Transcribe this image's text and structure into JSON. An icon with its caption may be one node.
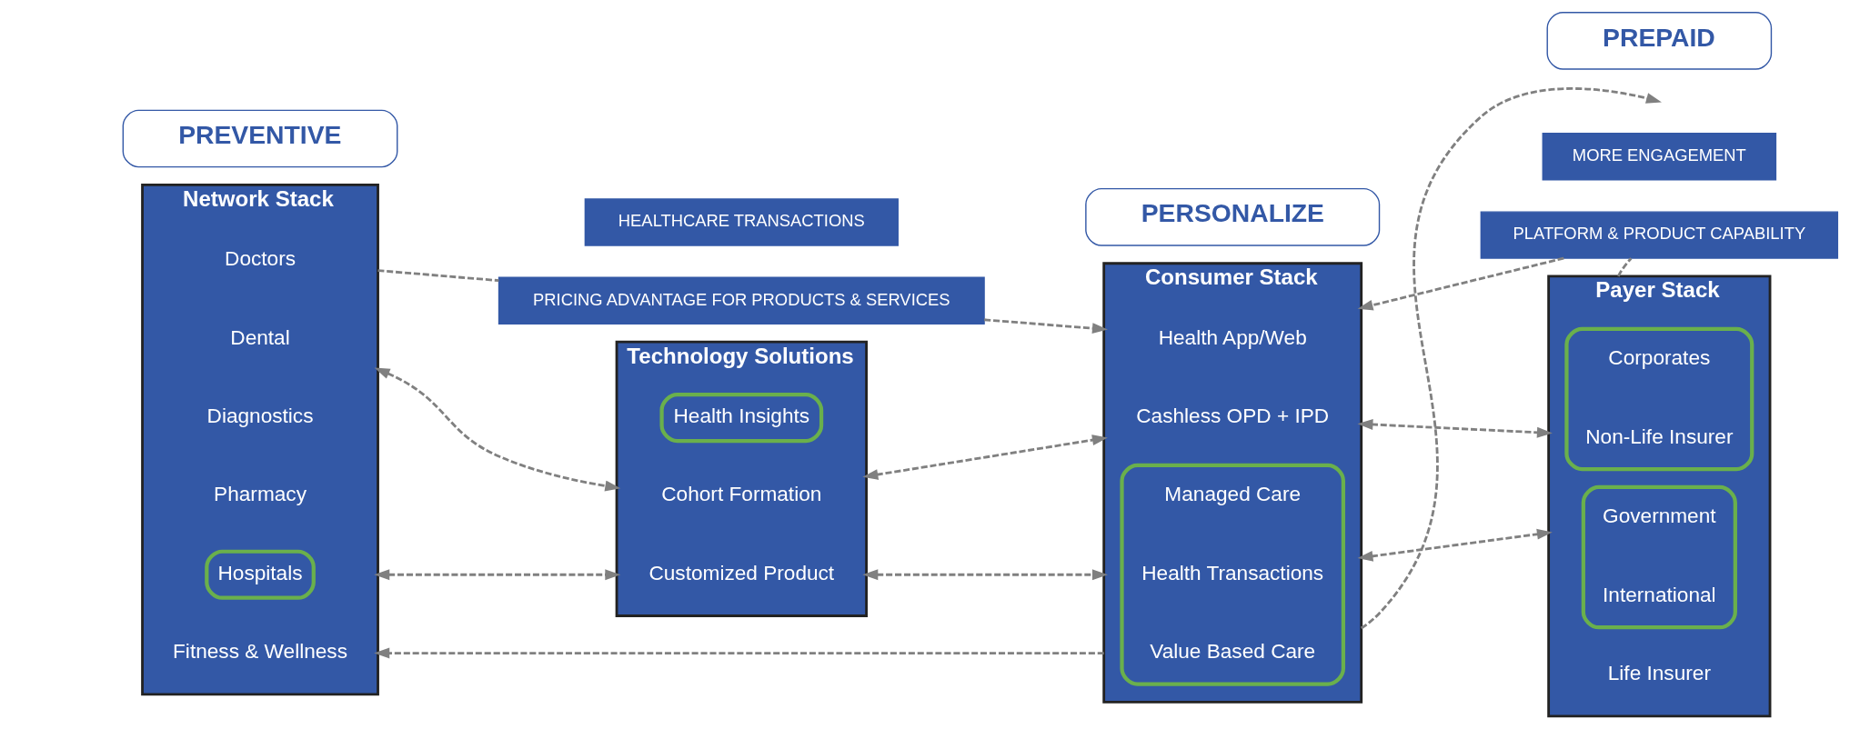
{
  "diagram": {
    "nodes": [
      {
        "text": [
          "PRICING ADVANTAGE FOR PRODUCTS & SERVICES"
        ]
      },
      {
        "text": [
          "PLATFORM & PRODUCT CAPABILITY"
        ]
      },
      {
        "text": [
          "Network Stack"
        ]
      },
      {
        "text": [
          "Doctors"
        ],
        "in": 2
      },
      {
        "text": [
          "Dental"
        ],
        "in": 2
      },
      {
        "text": [
          "Diagnostics"
        ],
        "in": 2
      },
      {
        "text": [
          "Pharmacy"
        ],
        "in": 2
      },
      {
        "text": [
          "Hospitals"
        ],
        "in": 2
      },
      {
        "text": [
          "Fitness & Wellness"
        ],
        "in": 2
      },
      {
        "text": [
          "Technology Solutions"
        ]
      },
      {
        "text": [
          "Health Insights"
        ],
        "in": 9
      },
      {
        "text": [
          "Cohort Formation"
        ],
        "in": 9
      },
      {
        "text": [
          "Customized Product"
        ],
        "in": 9
      },
      {
        "text": [
          "Consumer Stack"
        ]
      },
      {
        "text": [
          "Health App/Web"
        ],
        "in": 13
      },
      {
        "text": [
          "Cashless OPD + IPD"
        ],
        "in": 13
      },
      {
        "text": [],
        "shape": "box",
        "in": 13
      },
      {
        "text": [
          "Managed Care"
        ],
        "in": 16
      },
      {
        "text": [
          "Health Transactions"
        ],
        "in": 16
      },
      {
        "text": [
          "Value Based Care"
        ],
        "in": 16
      },
      {
        "text": [
          "Payer Stack"
        ]
      },
      {
        "text": [],
        "shape": "box",
        "in": 20
      },
      {
        "text": [
          "Corporates"
        ],
        "in": 21
      },
      {
        "text": [
          "Non-Life Insurer"
        ],
        "in": 21
      },
      {
        "text": [
          "Life Insurer"
        ],
        "in": 20
      },
      {
        "text": [],
        "shape": "box",
        "in": 20
      },
      {
        "text": [
          "Government"
        ],
        "in": 25
      },
      {
        "text": [
          "International"
        ],
        "in": 25
      },
      {
        "text": [
          "HEALTHCARE TRANSACTIONS"
        ]
      },
      {
        "text": [
          "MORE ENGAGEMENT"
        ]
      },
      {
        "text": [
          "PREVENTIVE"
        ]
      },
      {
        "text": [
          "PERSONALIZE"
        ]
      },
      {
        "text": [
          "PREPAID"
        ]
      }
    ],
    "edges": [
      {
        "from": 2,
        "to": 0,
        "arrow": "none",
        "style": "dashed"
      },
      {
        "from": 0,
        "to": 13,
        "arrow": "to",
        "style": "dashed"
      },
      {
        "from": 20,
        "to": 1,
        "arrow": "none",
        "style": "dashed"
      },
      {
        "from": 1,
        "to": 13,
        "arrow": "to",
        "style": "dashed"
      },
      {
        "from": 2,
        "to": 9,
        "arrow": "both",
        "style": "dashed"
      },
      {
        "from": 2,
        "to": 9,
        "arrow": "both",
        "style": "dashed"
      },
      {
        "from": 9,
        "to": 13,
        "arrow": "both",
        "style": "dashed"
      },
      {
        "from": 9,
        "to": 13,
        "arrow": "both",
        "style": "dashed"
      },
      {
        "from": 13,
        "to": 20,
        "arrow": "both",
        "style": "dashed"
      },
      {
        "from": 13,
        "to": 20,
        "arrow": "both",
        "style": "dashed"
      },
      {
        "from": 13,
        "to": 2,
        "arrow": "to",
        "style": "dashed"
      },
      {
        "from": 13,
        "to": null,
        "arrow": "to",
        "style": "dashed"
      }
    ]
  }
}
